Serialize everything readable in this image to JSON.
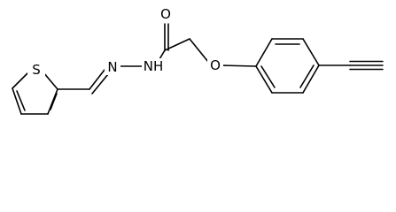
{
  "molecule": {
    "atoms": {
      "O_carbonyl": "O",
      "NH": "NH",
      "N_imine": "N",
      "O_ether": "O",
      "S_thiophene": "S"
    }
  }
}
